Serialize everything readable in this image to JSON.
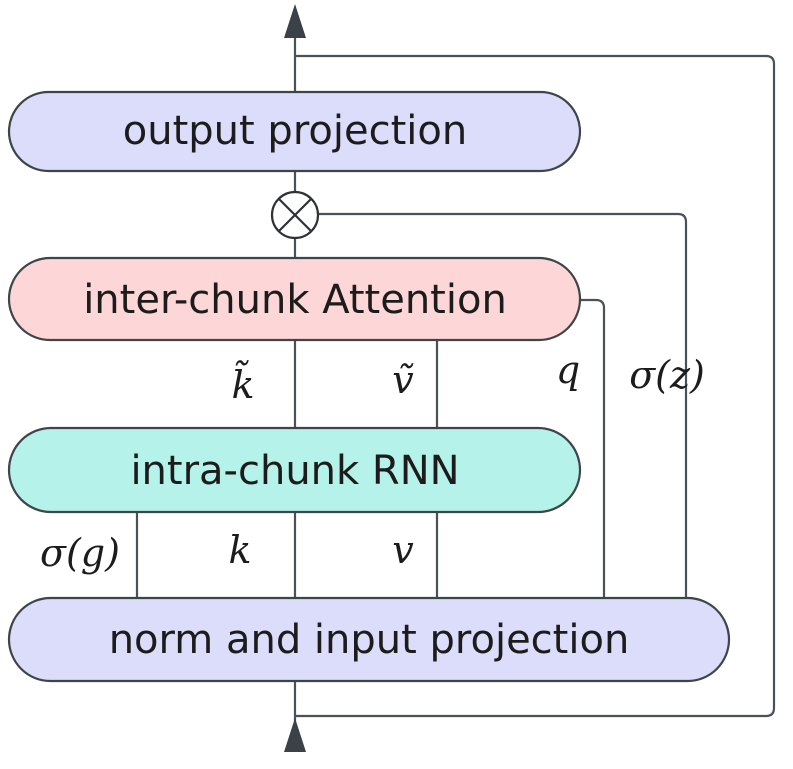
{
  "blocks": {
    "output_projection": {
      "label": "output projection",
      "color": "#dcdcfb"
    },
    "inter_chunk_attention": {
      "label": "inter-chunk Attention",
      "color": "#fdd7d7"
    },
    "intra_chunk_rnn": {
      "label": "intra-chunk RNN",
      "color": "#b5f2ea"
    },
    "norm_input_projection": {
      "label": "norm and input projection",
      "color": "#dcdcfb"
    }
  },
  "multiply_operator": {
    "symbol": "⊗"
  },
  "signals": {
    "k_tilde": "k̃",
    "v_tilde": "ṽ",
    "q": "q",
    "sigma_z": "σ(z)",
    "sigma_g": "σ(g)",
    "k": "k",
    "v": "v"
  },
  "colors": {
    "line": "#4a5258",
    "border": "#3f4449",
    "arrow": "#3a4147"
  }
}
